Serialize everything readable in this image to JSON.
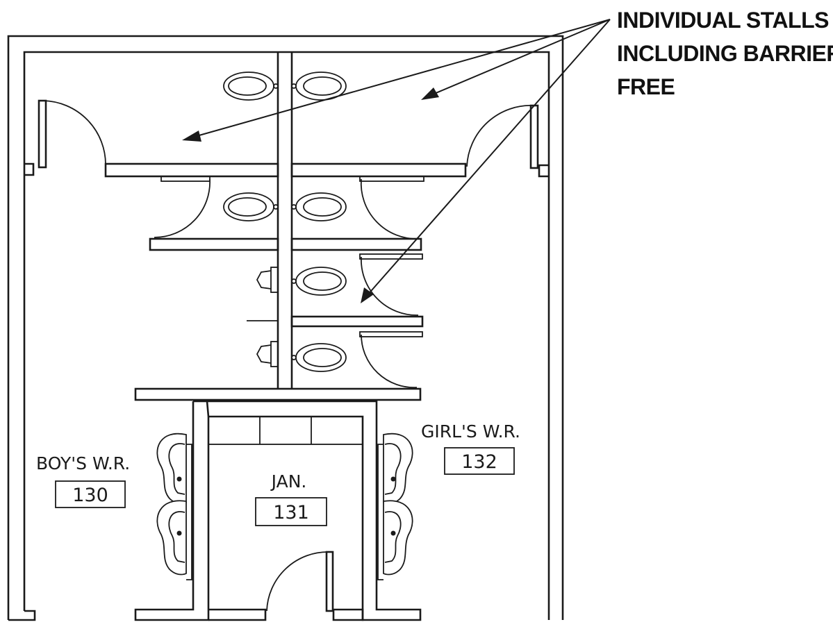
{
  "annotation": {
    "lines": [
      "INDIVIDUAL STALLS",
      "INCLUDING BARRIER",
      "FREE"
    ]
  },
  "rooms": {
    "boys": {
      "name": "BOY'S W.R.",
      "number": "130"
    },
    "janitor": {
      "name": "JAN.",
      "number": "131"
    },
    "girls": {
      "name": "GIRL'S W.R.",
      "number": "132"
    }
  }
}
